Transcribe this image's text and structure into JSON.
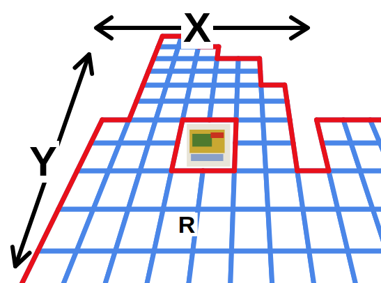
{
  "diagram": {
    "labels": [
      "X",
      "Y",
      "R"
    ]
  }
}
